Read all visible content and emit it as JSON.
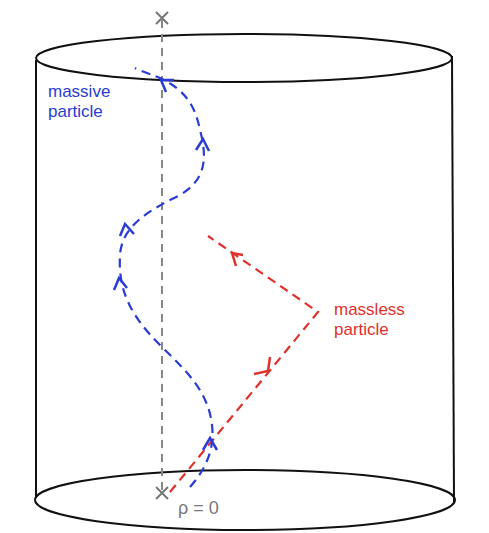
{
  "diagram": {
    "labels": [
      "massive particle",
      "massless particle",
      "ρ = 0"
    ]
  }
}
